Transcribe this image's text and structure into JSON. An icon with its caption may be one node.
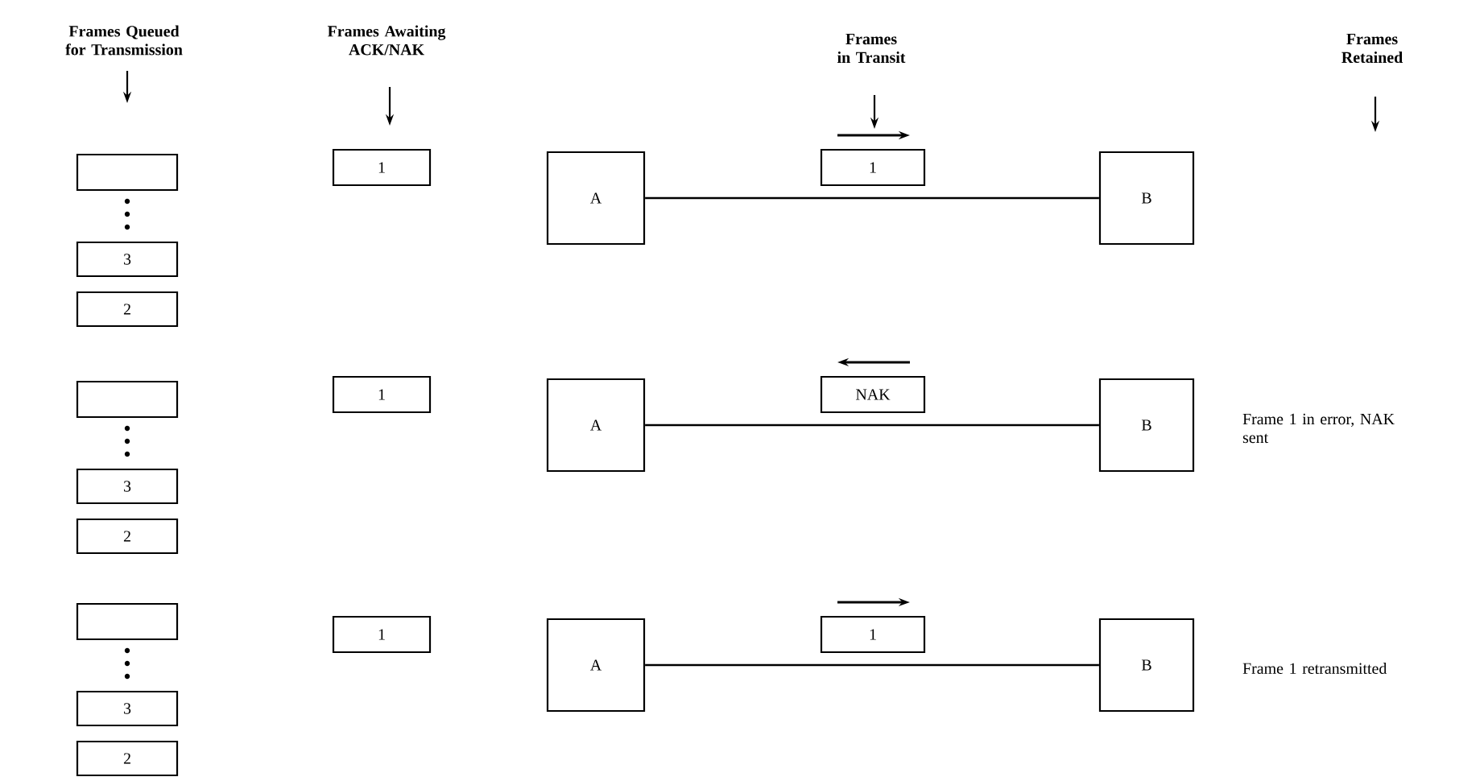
{
  "diagram": {
    "nodes": [
      {
        "text": [],
        "shape": "box"
      },
      {
        "text": [
          "1"
        ]
      },
      {
        "text": [
          "A"
        ]
      },
      {
        "text": [
          "1"
        ]
      },
      {
        "text": [
          "B"
        ]
      },
      {
        "text": [
          "3"
        ]
      },
      {
        "text": [
          "2"
        ]
      },
      {
        "text": [],
        "shape": "box"
      },
      {
        "text": [
          "1"
        ]
      },
      {
        "text": [
          "A"
        ]
      },
      {
        "text": [
          "NAK"
        ]
      },
      {
        "text": [
          "B"
        ],
        "beside": [
          "Frame 1 in error, NAK sent"
        ]
      },
      {
        "text": [
          "3"
        ]
      },
      {
        "text": [
          "2"
        ]
      },
      {
        "text": [],
        "shape": "box"
      },
      {
        "text": [
          "1"
        ]
      },
      {
        "text": [
          "A"
        ]
      },
      {
        "text": [
          "1"
        ]
      },
      {
        "text": [
          "B"
        ],
        "beside": [
          "Frame 1 retransmitted"
        ]
      },
      {
        "text": [
          "3"
        ]
      },
      {
        "text": [
          "2"
        ]
      }
    ],
    "edges": [
      {
        "from": 2,
        "to": 4,
        "arrow": "none"
      },
      {
        "from": 9,
        "to": 11,
        "arrow": "none"
      },
      {
        "from": 16,
        "to": 18,
        "arrow": "none"
      }
    ],
    "labels": [
      "Frames Queued for Transmission",
      "Frames Awaiting ACK/NAK",
      "Frames in Transit",
      "Frames Retained"
    ]
  }
}
